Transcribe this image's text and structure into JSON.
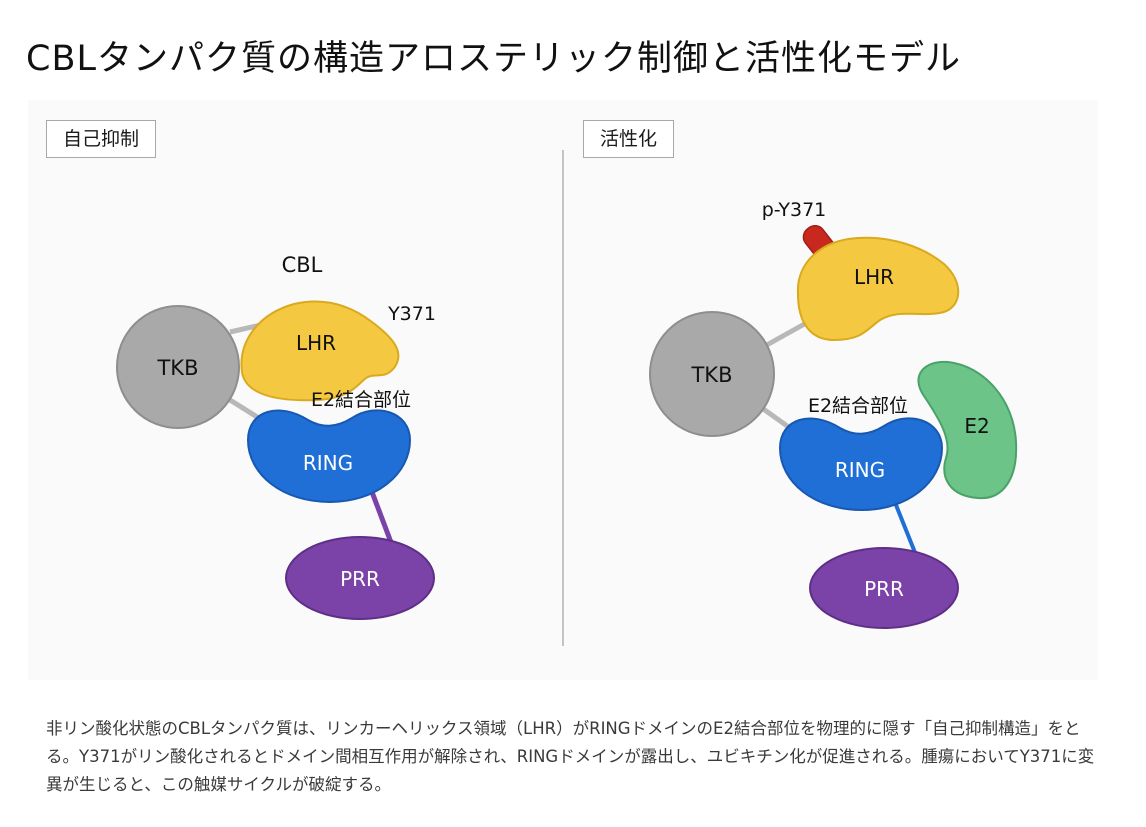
{
  "title": "CBLタンパク質の構造アロステリック制御と活性化モデル",
  "left_panel": {
    "label": "自己抑制",
    "protein_label": "CBL",
    "site_label": "Y371",
    "binding_label": "E2結合部位",
    "domains": {
      "tkb": "TKB",
      "lhr": "LHR",
      "ring": "RING",
      "prr": "PRR"
    }
  },
  "right_panel": {
    "label": "活性化",
    "site_label": "p-Y371",
    "binding_label": "E2結合部位",
    "domains": {
      "tkb": "TKB",
      "lhr": "LHR",
      "ring": "RING",
      "prr": "PRR",
      "e2": "E2"
    }
  },
  "colors": {
    "tkb": "#a9a9a9",
    "lhr": "#f5c842",
    "ring": "#1f6fd6",
    "prr": "#7b43a8",
    "e2": "#6cc489",
    "phospho": "#c8281e",
    "linker_gray": "#b8b8b8",
    "linker_purple": "#7b43a8",
    "linker_blue": "#1f6fd6"
  },
  "caption": "非リン酸化状態のCBLタンパク質は、リンカーヘリックス領域（LHR）がRINGドメインのE2結合部位を物理的に隠す「自己抑制構造」をとる。Y371がリン酸化されるとドメイン間相互作用が解除され、RINGドメインが露出し、ユビキチン化が促進される。腫瘍においてY371に変異が生じると、この触媒サイクルが破綻する。"
}
